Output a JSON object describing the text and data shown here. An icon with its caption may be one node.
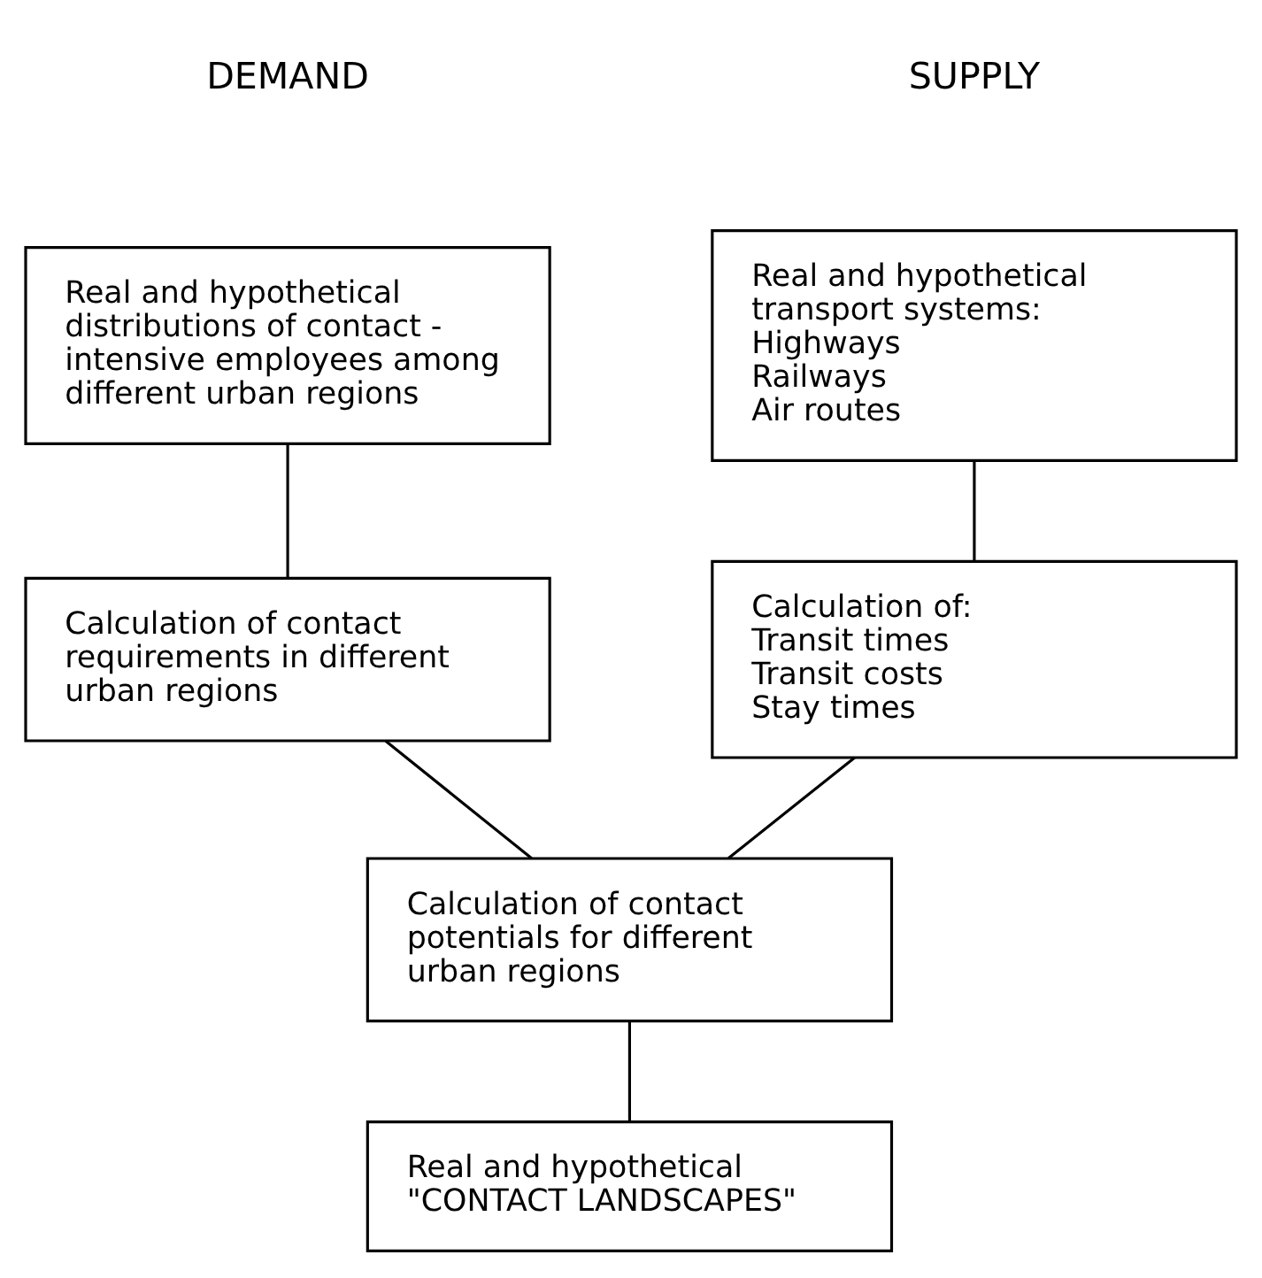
{
  "diagram": {
    "nodes": [
      {
        "text": [
          "Real and hypothetical distributions of contact - intensive employees among different urban regions"
        ]
      },
      {
        "text": [
          "Real and hypothetical transport systems:",
          "Highways",
          "Railways",
          "Air routes"
        ]
      },
      {
        "text": [
          "Calculation of contact requirements in different urban regions"
        ]
      },
      {
        "text": [
          "Calculation of:",
          "Transit times",
          "Transit costs",
          "Stay times"
        ]
      },
      {
        "text": [
          "Calculation of contact potentials for different urban regions"
        ]
      },
      {
        "text": [
          "Real and hypothetical",
          "\"CONTACT LANDSCAPES\""
        ]
      }
    ],
    "edges": [
      {
        "from": 0,
        "to": 2,
        "arrow": "none"
      },
      {
        "from": 1,
        "to": 3,
        "arrow": "none"
      },
      {
        "from": 2,
        "to": 4,
        "arrow": "none"
      },
      {
        "from": 3,
        "to": 4,
        "arrow": "none"
      },
      {
        "from": 4,
        "to": 5,
        "arrow": "none"
      }
    ],
    "labels": [
      "DEMAND",
      "SUPPLY"
    ]
  }
}
